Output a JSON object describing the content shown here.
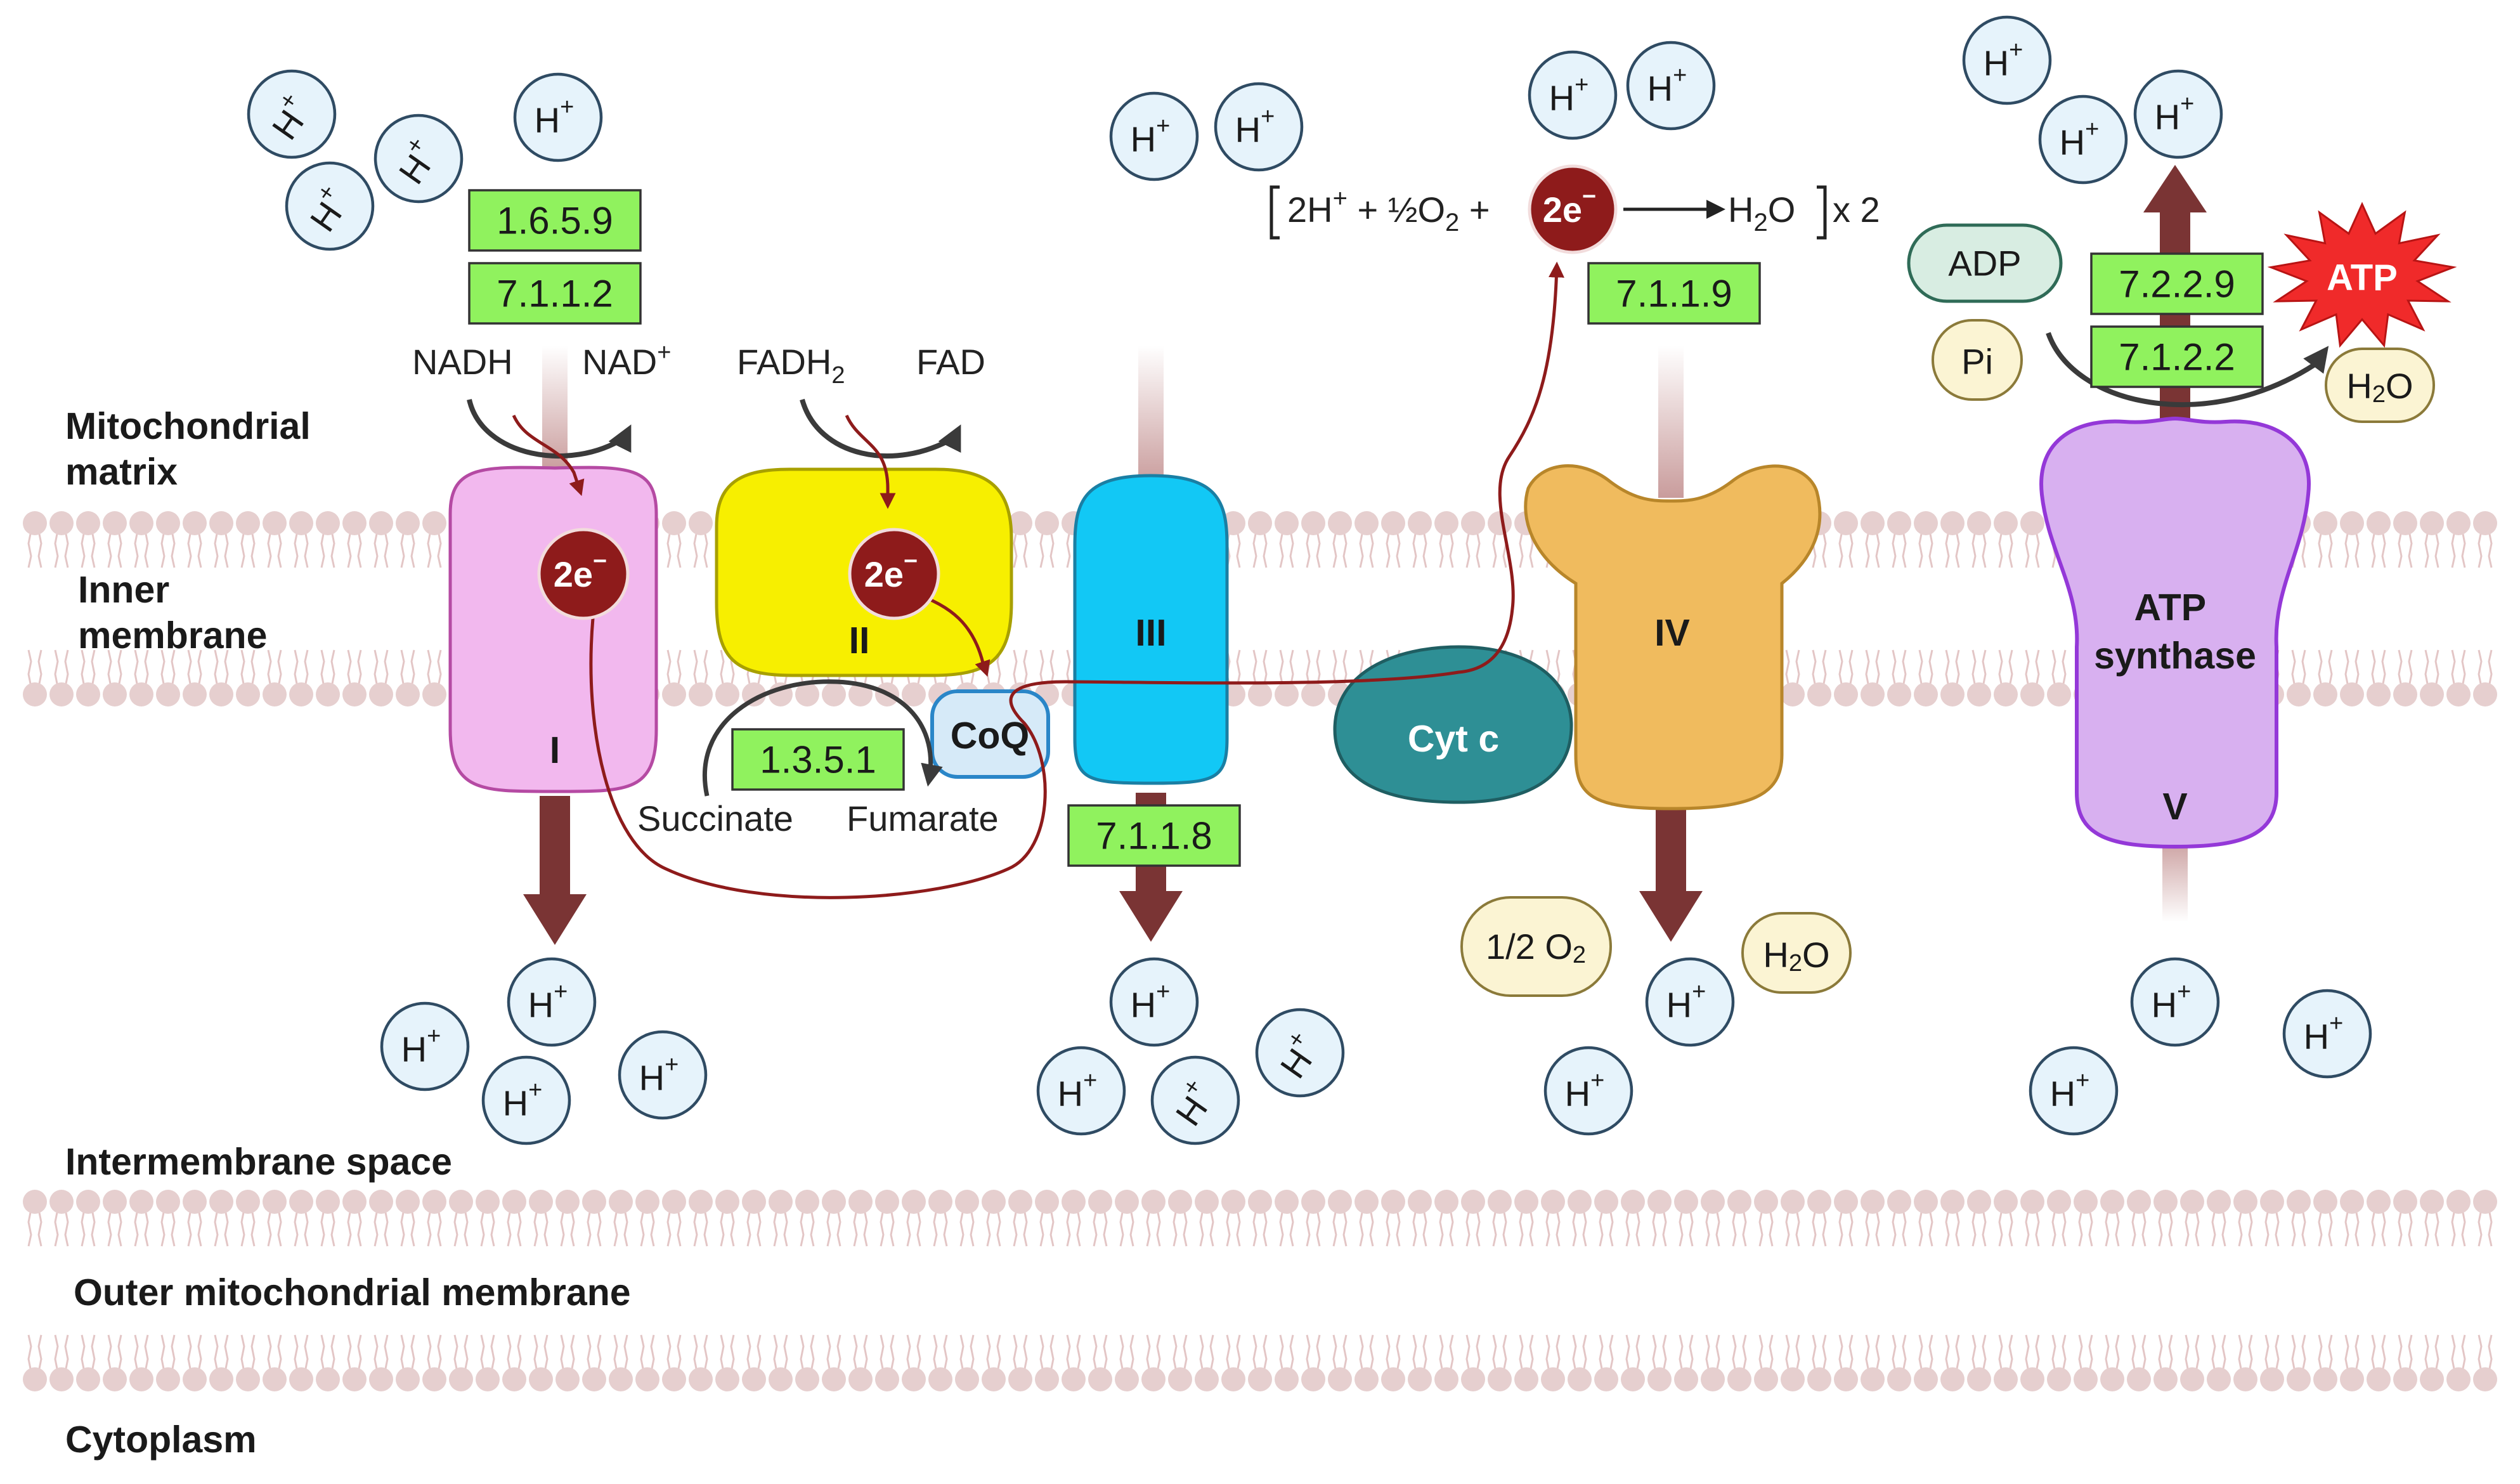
{
  "regions": {
    "matrix": "Mitochondrial\nmatrix",
    "inner_membrane": "Inner\nmembrane",
    "intermembrane_space": "Intermembrane space",
    "outer_membrane": "Outer mitochondrial membrane",
    "cytoplasm": "Cytoplasm"
  },
  "complexes": {
    "c1": "I",
    "c2": "II",
    "c3": "III",
    "c4": "IV",
    "c5_name": "ATP\nsynthase",
    "c5_numeral": "V",
    "cytc": "Cyt c",
    "coq": "CoQ"
  },
  "ec_numbers": {
    "c1_a": "1.6.5.9",
    "c1_b": "7.1.1.2",
    "c2": "1.3.5.1",
    "c3": "7.1.1.8",
    "c4": "7.1.1.9",
    "c5_a": "7.2.2.9",
    "c5_b": "7.1.2.2"
  },
  "metabolites": {
    "nadh": "NADH",
    "nad": "NAD",
    "nad_sup": "+",
    "fadh2": "FADH",
    "fadh2_sub": "2",
    "fad": "FAD",
    "succinate": "Succinate",
    "fumarate": "Fumarate",
    "adp": "ADP",
    "pi": "Pi",
    "atp": "ATP",
    "h2o": "H",
    "h2o_sub": "2",
    "h2o_o": "O",
    "half_o2": "1/2 O",
    "half_o2_sub": "2"
  },
  "ions": {
    "proton": "H",
    "proton_sup": "+",
    "electrons": "2e",
    "electrons_sup": "−"
  },
  "reaction": {
    "left": "2H",
    "left_sup": "+",
    "mid": " + ½O",
    "mid_sub": "2",
    "plus": " +",
    "product": "H",
    "product_sub": "2",
    "product_o": "O",
    "multiplier": "x 2"
  },
  "colors": {
    "complex1": "#f2b8ee",
    "complex2": "#f7ef00",
    "complex3": "#12c8f5",
    "complex4": "#f0bb5e",
    "cytc": "#2e8f95",
    "atp_synthase": "#d8b0f0",
    "ec_label": "#90f25e",
    "electron": "#8e1b1b",
    "proton_arrow": "#7a3434",
    "atp_burst": "#f02a2a"
  }
}
